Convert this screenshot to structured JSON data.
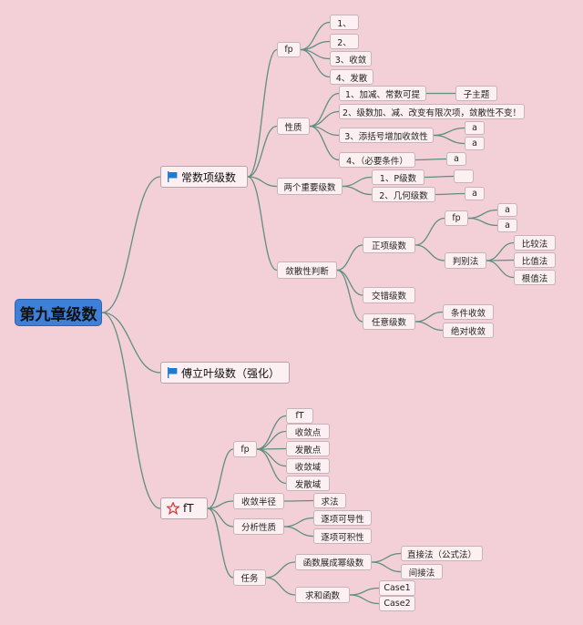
{
  "root": "第九章级数",
  "branches": {
    "series": {
      "label": "常数项级数",
      "icon": "blue-flag-icon",
      "fp": {
        "label": "fp",
        "items": [
          "1、",
          "2、",
          "3、收敛",
          "4、发散"
        ]
      },
      "props": {
        "label": "性质",
        "items": [
          "1、加减、常数可提",
          "2、级数加、减、改变有限次项，敛散性不变！",
          "3、添括号增加收敛性",
          "4、（必要条件）"
        ],
        "sub_topic": "子主题",
        "a": "a"
      },
      "two": {
        "label": "两个重要级数",
        "items": [
          "1、P级数",
          "2、几何级数"
        ]
      },
      "judge": {
        "label": "敛散性判断",
        "pos": "正项级数",
        "pos_fp": "fp",
        "pos_judge": "判别法",
        "methods": [
          "比较法",
          "比值法",
          "根值法"
        ],
        "alt": "交错级数",
        "any": "任意级数",
        "any_items": [
          "条件收敛",
          "绝对收敛"
        ]
      }
    },
    "fourier": {
      "label": "傅立叶级数（强化）",
      "icon": "blue-flag-icon"
    },
    "ft": {
      "label": "fT",
      "icon": "red-star-icon",
      "fp": {
        "label": "fp",
        "items": [
          "fT",
          "收敛点",
          "发散点",
          "收敛域",
          "发散域"
        ]
      },
      "radius": {
        "label": "收敛半径",
        "item": "求法"
      },
      "analytic": {
        "label": "分析性质",
        "items": [
          "逐项可导性",
          "逐项可积性"
        ]
      },
      "task": {
        "label": "任务",
        "expand": "函数展成幂级数",
        "expand_items": [
          "直接法（公式法）",
          "间接法"
        ],
        "sum": "求和函数",
        "sum_items": [
          "Case1",
          "Case2"
        ]
      }
    }
  },
  "colors": {
    "background": "#f3cfd8",
    "root_fill": "#3e7fd8",
    "edge": "#5f8f80",
    "node_fill": "#fdf0f3",
    "flag": "#1f7bd0",
    "star": "#d93a3a"
  }
}
